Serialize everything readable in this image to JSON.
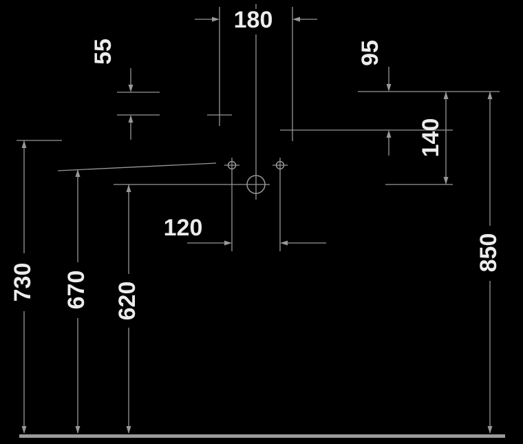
{
  "diagram": {
    "colors": {
      "background": "#000000",
      "line": "#989898",
      "text": "#ececec"
    },
    "dimensions": {
      "width_180": "180",
      "offset_55": "55",
      "offset_95": "95",
      "offset_140": "140",
      "hole_spacing_120": "120",
      "height_730": "730",
      "height_670": "670",
      "height_620": "620",
      "height_850": "850"
    }
  }
}
